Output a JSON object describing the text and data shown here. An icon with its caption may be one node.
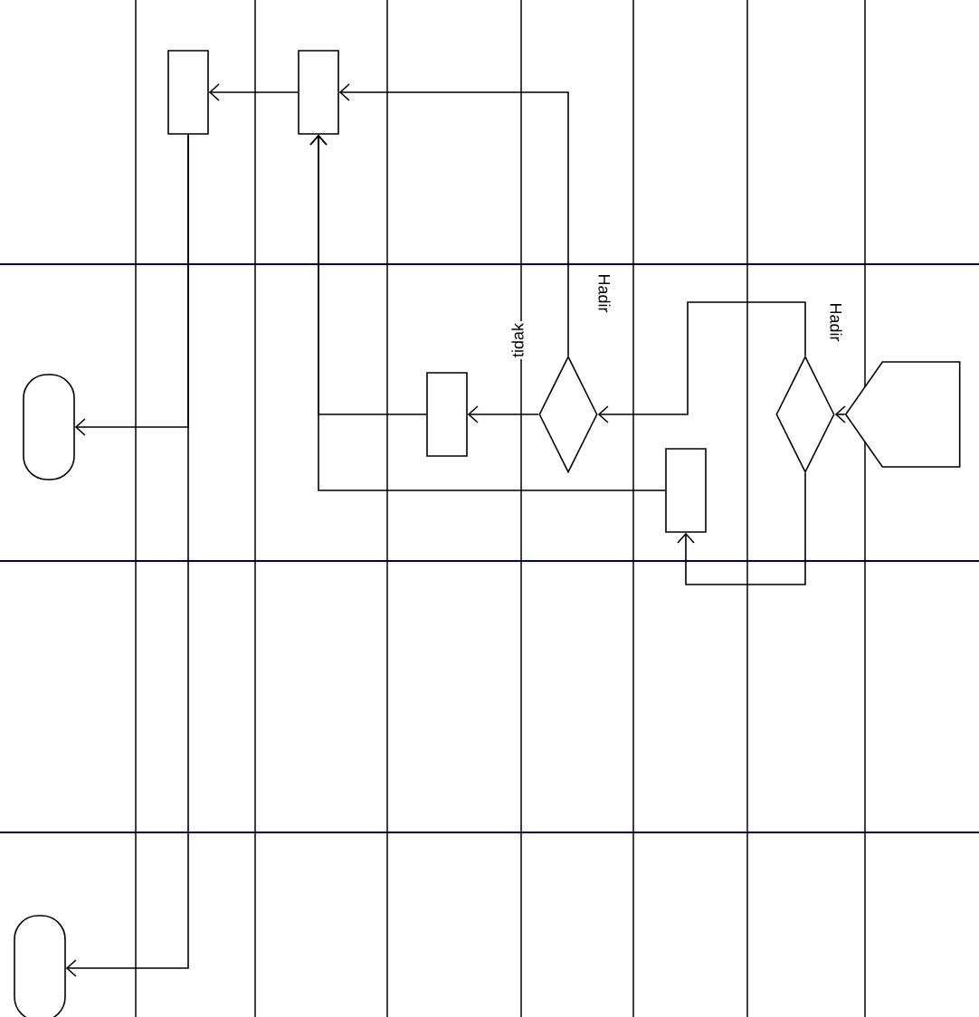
{
  "diagram": {
    "nodes": [
      {
        "text": [],
        "shape": "terminal"
      },
      {
        "text": [],
        "shape": "terminal"
      },
      {
        "text": [],
        "shape": "box"
      },
      {
        "text": [],
        "shape": "box"
      },
      {
        "text": [],
        "shape": "box"
      },
      {
        "text": [],
        "shape": "diamond"
      },
      {
        "text": [],
        "shape": "box"
      },
      {
        "text": [],
        "shape": "diamond"
      },
      {
        "text": [],
        "shape": "pentagon"
      }
    ],
    "edges": [
      {
        "from": 8,
        "to": 7,
        "arrow": "to"
      },
      {
        "from": 7,
        "to": 5,
        "arrow": "to",
        "label": "Hadir"
      },
      {
        "from": 7,
        "to": 6,
        "arrow": "to"
      },
      {
        "from": 5,
        "to": 3,
        "arrow": "to",
        "label": "Hadir"
      },
      {
        "from": 5,
        "to": 4,
        "arrow": "to",
        "label": "tidak"
      },
      {
        "from": 4,
        "to": 3,
        "arrow": "to"
      },
      {
        "from": 6,
        "to": 3,
        "arrow": "to"
      },
      {
        "from": 3,
        "to": 2,
        "arrow": "to"
      },
      {
        "from": 2,
        "to": 0,
        "arrow": "to"
      },
      {
        "from": 2,
        "to": 1,
        "arrow": "to"
      }
    ]
  }
}
